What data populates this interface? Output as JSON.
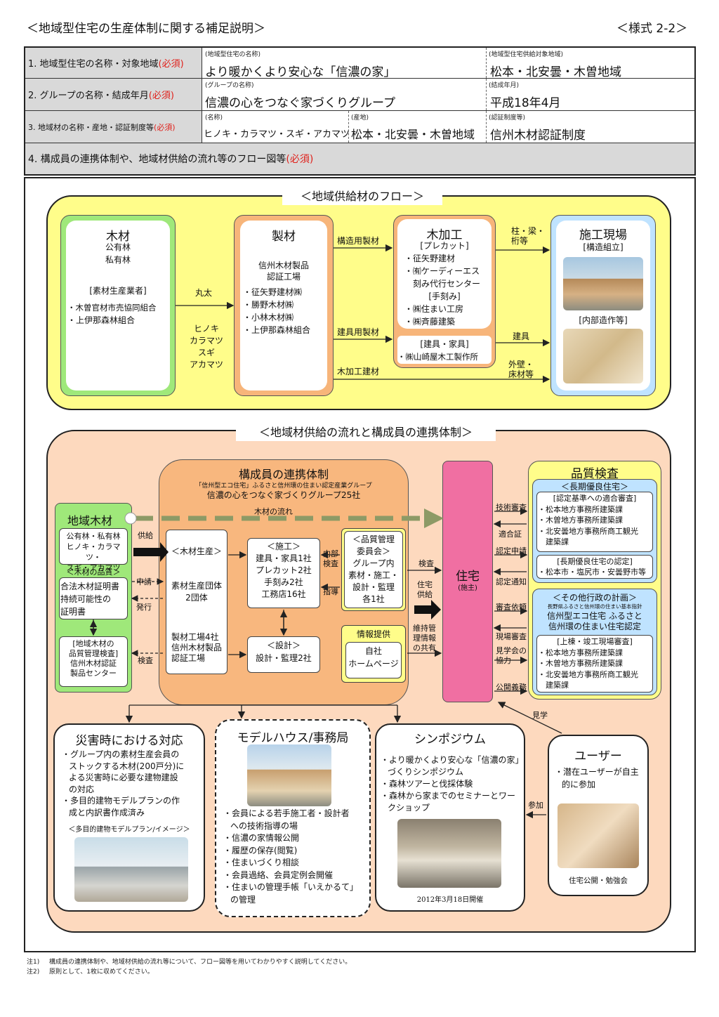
{
  "header": {
    "title": "＜地域型住宅の生産体制に関する補足説明＞",
    "form": "＜様式 2-2＞"
  },
  "table": {
    "r1": {
      "label": "1. 地域型住宅の名称・対象地域",
      "req": "(必須)",
      "cap1": "(地域型住宅の名称)",
      "val1": "より暖かくより安心な「信濃の家」",
      "cap2": "(地域型住宅供給対象地域)",
      "val2": "松本・北安曇・木曽地域"
    },
    "r2": {
      "label": "2. グループの名称・結成年月",
      "req": "(必須)",
      "cap1": "(グループの名称)",
      "val1": "信濃の心をつなぐ家づくりグループ",
      "cap2": "(結成年月)",
      "val2": "平成18年4月"
    },
    "r3": {
      "label": "3. 地域材の名称・産地・認証制度等",
      "req": "(必須)",
      "cap1": "(名称)",
      "val1": "ヒノキ・カラマツ・スギ・アカマツ",
      "cap2": "(産地)",
      "val2": "松本・北安曇・木曽地域",
      "cap3": "(認証制度等)",
      "val3": "信州木材認証制度"
    },
    "r4": {
      "label": "4. 構成員の連携体制や、地域材供給の流れ等のフロー図等",
      "req": "(必須)"
    }
  },
  "flow1": {
    "title": "＜地域供給材のフロー＞",
    "wood": {
      "head": "木材",
      "l1": "公有林",
      "l2": "私有林",
      "sub": "[素材生産業者]",
      "m1": "・木曽官材市売協同組合",
      "m2": "・上伊那森林組合"
    },
    "arrow1": "丸太",
    "species": [
      "ヒノキ",
      "カラマツ",
      "スギ",
      "アカマツ"
    ],
    "seizai": {
      "head": "製材",
      "s1": "信州木材製品",
      "s2": "認証工場",
      "m1": "・征矢野建材㈱",
      "m2": "・勝野木材㈱",
      "m3": "・小林木材㈱",
      "m4": "・上伊那森林組合"
    },
    "a_kozo": "構造用製材",
    "a_kengu": "建具用製材",
    "a_mokka": "木加工建材",
    "mokka": {
      "head": "木加工",
      "pre": "[プレカット]",
      "p1": "・征矢野建材",
      "p2": "・㈲ケーディーエス",
      "p3": "　刻み代行センター",
      "tk": "[手刻み]",
      "t1": "・㈱住まい工房",
      "t2": "・㈱斉藤建築",
      "kg": "[建具・家具]",
      "k1": "・㈱山崎屋木工製作所"
    },
    "a_hashira": "柱・梁・\n桁等",
    "a_tategu": "建具",
    "a_gaiheki": "外壁・\n床材等",
    "site": {
      "head": "施工現場",
      "s1": "[構造組立]",
      "s2": "[内部造作等]"
    }
  },
  "flow2": {
    "title": "＜地域材供給の流れと構成員の連携体制＞",
    "renkei": {
      "head": "構成員の連携体制",
      "sub1": "「信州型エコ住宅」ふるさと信州環の住まい認定産業グループ",
      "sub2": "信濃の心をつなぐ家づくりグループ25社",
      "flow": "木材の流れ"
    },
    "chiiki": {
      "head": "地域木材",
      "c1": "公有林・私有林",
      "c2": "ヒノキ・カラマツ・",
      "c3": "スギ・アカマツ",
      "q": "＜木材の品質＞",
      "q1": "合法木材証明書",
      "q2": "持続可能性の",
      "q3": "証明書",
      "k1": "[地域木材の",
      "k2": "品質管理検査]",
      "k3": "信州木材認証",
      "k4": "製品センター"
    },
    "a_kyokyu": "供給",
    "a_shinsei": "申請",
    "a_hakko": "発行",
    "a_kensa": "検査",
    "seisan": {
      "head": "＜木材生産＞",
      "g1": "素材生産団体",
      "g2": "2団体",
      "f1": "製材工場4社",
      "f2": "信州木材製品",
      "f3": "認証工場"
    },
    "seko": {
      "head": "＜施工＞",
      "l1": "建具・家具1社",
      "l2": "プレカット2社",
      "l3": "手刻み2社",
      "l4": "工務店16社"
    },
    "sekkei": {
      "head": "＜設計＞",
      "l1": "設計・監理2社"
    },
    "a_naibu": "内部\n検査",
    "a_shido": "指導",
    "hinshitsu": {
      "l1": "＜品質管理",
      "l2": "委員会＞",
      "l3": "グループ内",
      "l4": "素材・施工・",
      "l5": "設計・監理",
      "l6": "各1社"
    },
    "joho": {
      "head": "情報提供",
      "l1": "自社",
      "l2": "ホームページ"
    },
    "a_kensa2": "検査",
    "a_jutaku": "住宅\n供給",
    "a_iji": "維持管\n理情報\nの共有",
    "jutaku": {
      "head": "住宅",
      "sub": "(施主)"
    },
    "mid": [
      "技術審査",
      "適合証",
      "認定申請",
      "認定通知",
      "審査依頼",
      "現場審査",
      "見学会の\n協力",
      "公開義務"
    ],
    "hinken": {
      "head": "品質検査",
      "ch": "＜長期優良住宅＞",
      "c1": "[認定基準への適合審査]",
      "c2": "・松本地方事務所建築課",
      "c3": "・木曽地方事務所建築課",
      "c4": "・北安曇地方事務所商工観光",
      "c5": "　建築課",
      "n1": "[長期優良住宅の認定]",
      "n2": "・松本市・塩尻市・安曇野市等",
      "oh": "＜その他行政の計画＞",
      "o0": "長野県ふるさと信州環の住まい基本指針",
      "o1": "信州型エコ住宅 ふるさと",
      "o2": "信州環の住まい住宅認定",
      "o3": "[上棟・竣工現場審査]",
      "o4": "・松本地方事務所建築課",
      "o5": "・木曽地方事務所建築課",
      "o6": "・北安曇地方事務所商工観光",
      "o7": "　建築課"
    },
    "saigai": {
      "head": "災害時における対応",
      "l1": "・グループ内の素材生産会員の",
      "l2": "ストックする木材(200戸分)に",
      "l3": "よる災害時に必要な建物建設",
      "l4": "の対応",
      "l5": "・多目的建物モデルプランの作",
      "l6": "成と内訳書作成済み",
      "l7": "＜多目的建物モデルプラン/イメージ＞"
    },
    "model": {
      "head": "モデルハウス/事務局",
      "l1": "・会員による若手施工者・設計者",
      "l2": "への技術指導の場",
      "l3": "・信濃の家情報公開",
      "l4": "・履歴の保存(閲覧)",
      "l5": "・住まいづくり相談",
      "l6": "・会員過絡、会員定例会開催",
      "l7": "・住まいの管理手帳「いえかるて」",
      "l8": "の管理"
    },
    "sympo": {
      "head": "シンポジウム",
      "l1": "・より暖かくより安心な「信濃の家」",
      "l2": "づくりシンポジウム",
      "l3": "・森林ツアーと伐採体験",
      "l4": "・森林から家までのセミナーとワー",
      "l5": "クショップ",
      "date": "2012年3月18日開催"
    },
    "user": {
      "head": "ユーザー",
      "l1": "・潜在ユーザーが自主",
      "l2": "的に参加",
      "cap": "住宅公開・勉強会",
      "a_kengaku": "見学",
      "a_sanka": "参加"
    }
  },
  "notes": {
    "n1a": "注1)",
    "n1b": "構成員の連携体制や、地域材供給の流れ等について、フロー図等を用いてわかりやすく説明してください。",
    "n2a": "注2)",
    "n2b": "原則として、1枚に収めてください。"
  }
}
